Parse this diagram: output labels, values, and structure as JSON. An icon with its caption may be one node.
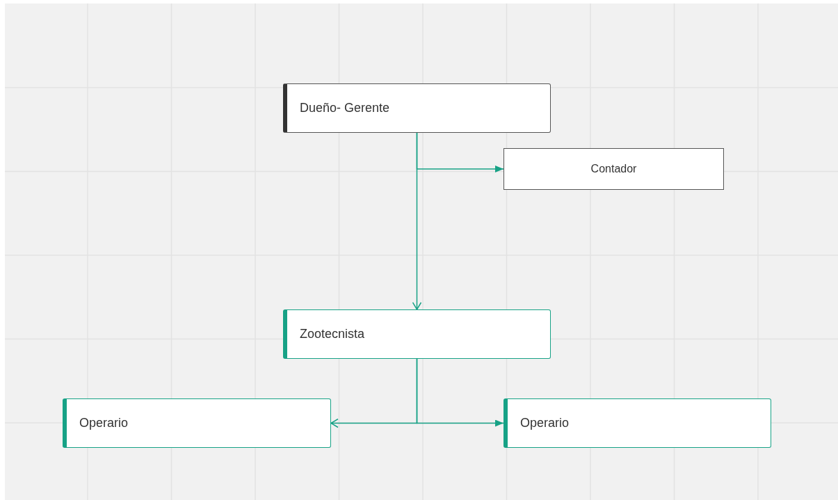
{
  "diagram": {
    "nodes": [
      {
        "text": [
          "Dueño- Gerente"
        ]
      },
      {
        "text": [
          "Contador"
        ]
      },
      {
        "text": [
          "Zootecnista"
        ]
      },
      {
        "text": [
          "Operario"
        ]
      },
      {
        "text": [
          "Operario"
        ]
      }
    ],
    "edges": [
      {
        "from": 0,
        "to": 1,
        "arrow": "to"
      },
      {
        "from": 0,
        "to": 2,
        "arrow": "to"
      },
      {
        "from": 2,
        "to": 3,
        "arrow": "to"
      },
      {
        "from": 2,
        "to": 4,
        "arrow": "to"
      }
    ]
  }
}
